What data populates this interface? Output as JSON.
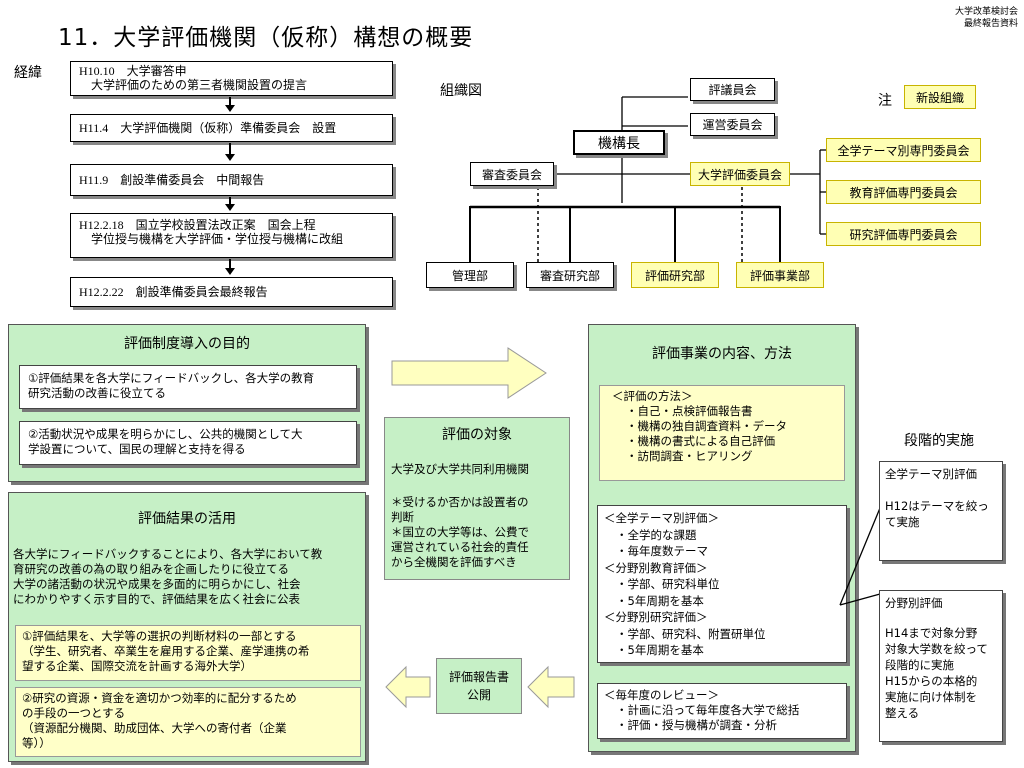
{
  "page": {
    "title": "11．大学評価機関（仮称）構想の概要",
    "corner_lines": [
      "大学改革検討会",
      "最終報告資料"
    ]
  },
  "timeline": {
    "label": "経緯",
    "items": [
      {
        "lines": [
          "H10.10　大学審答申",
          "　大学評価のための第三者機関設置の提言"
        ]
      },
      {
        "lines": [
          "H11.4　大学評価機関（仮称）準備委員会　設置"
        ]
      },
      {
        "lines": [
          "H11.9　創設準備委員会　中間報告"
        ]
      },
      {
        "lines": [
          "H12.2.18　国立学校設置法改正案　国会上程",
          "　学位授与機構を大学評価・学位授与機構に改組"
        ]
      },
      {
        "lines": [
          "H12.2.22　創設準備委員会最終報告"
        ]
      }
    ]
  },
  "org": {
    "label": "組織図",
    "note_label": "注",
    "note_box": "新設組織",
    "head": "機構長",
    "council": "評議員会",
    "management": "運営委員会",
    "review_committee": "審査委員会",
    "eval_committee": "大学評価委員会",
    "expert_committees": [
      "全学テーマ別専門委員会",
      "教育評価専門委員会",
      "研究評価専門委員会"
    ],
    "departments": [
      "管理部",
      "審査研究部",
      "評価研究部",
      "評価事業部"
    ]
  },
  "purpose": {
    "title": "評価制度導入の目的",
    "items": [
      [
        "①評価結果を各大学にフィードバックし、各大学の教育",
        "研究活動の改善に役立てる"
      ],
      [
        "②活動状況や成果を明らかにし、公共的機関として大",
        "学設置について、国民の理解と支持を得る"
      ]
    ]
  },
  "target": {
    "title": "評価の対象",
    "main": "大学及び大学共同利用機関",
    "notes": [
      [
        "＊受けるか否かは設置者の",
        "判断"
      ],
      [
        "＊国立の大学等は、公費で",
        "運営されている社会的責任",
        "から全機関を評価すべき"
      ]
    ]
  },
  "usage": {
    "title": "評価結果の活用",
    "lines": [
      "各大学にフィードバックすることにより、各大学において教",
      "育研究の改善の為の取り組みを企画したりに役立てる",
      "大学の諸活動の状況や成果を多面的に明らかにし、社会",
      "にわかりやすく示す目的で、評価結果を広く社会に公表"
    ],
    "items": [
      [
        "①評価結果を、大学等の選択の判断材料の一部とする",
        "（学生、研究者、卒業生を雇用する企業、産学連携の希",
        "望する企業、国際交流を計画する海外大学）"
      ],
      [
        "②研究の資源・資金を適切かつ効率的に配分するため",
        "の手段の一つとする",
        "（資源配分機関、助成団体、大学への寄付者（企業",
        "等））"
      ]
    ]
  },
  "report": {
    "lines": [
      "評価報告書",
      "公開"
    ]
  },
  "business": {
    "title": "評価事業の内容、方法",
    "methods": [
      "＜評価の方法＞",
      "・自己・点検評価報告書",
      "・機構の独自調査資料・データ",
      "・機構の書式による自己評価",
      "・訪問調査・ヒアリング"
    ],
    "types": [
      "＜全学テーマ別評価＞",
      "・全学的な課題",
      "・毎年度数テーマ",
      "＜分野別教育評価＞",
      "・学部、研究科単位",
      "・5年周期を基本",
      "＜分野別研究評価＞",
      "・学部、研究科、附置研単位",
      "・5年周期を基本"
    ],
    "annual": [
      "＜毎年度のレビュー＞",
      "・計画に沿って毎年度各大学で総括",
      "・評価・授与機構が調査・分析"
    ]
  },
  "phased": {
    "title": "段階的実施",
    "box1": [
      "全学テーマ別評価",
      "",
      "H12はテーマを絞っ",
      "て実施"
    ],
    "box2": [
      "分野別評価",
      "",
      "H14まで対象分野",
      "対象大学数を絞って",
      "段階的に実施",
      "H15からの本格的",
      "実施に向け体制を",
      "整える"
    ]
  },
  "colors": {
    "panel_green": "#c6f0c6",
    "new_org_yellow": "#ffffb4",
    "arrow_yellow": "#ffffc0"
  }
}
